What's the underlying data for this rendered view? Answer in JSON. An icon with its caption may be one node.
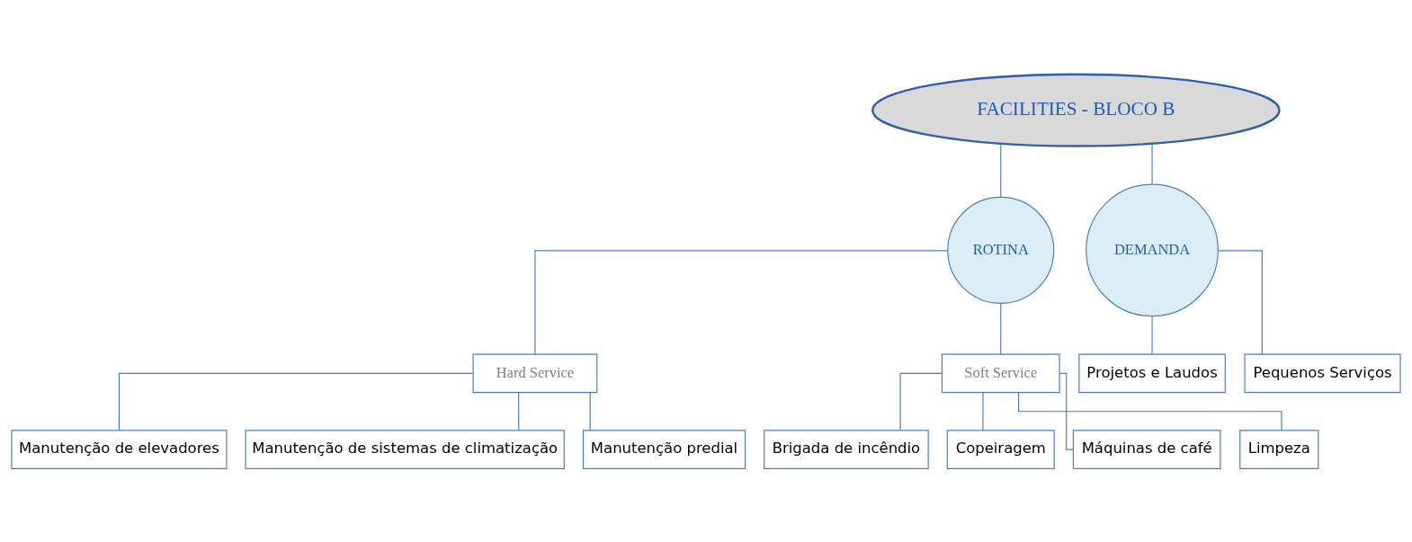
{
  "diagram": {
    "nodes": [
      {
        "text": [
          "FACILITIES - BLOCO B"
        ]
      },
      {
        "text": [
          "ROTINA"
        ]
      },
      {
        "text": [
          "DEMANDA"
        ]
      },
      {
        "text": [
          "Hard Service"
        ]
      },
      {
        "text": [
          "Soft Service"
        ]
      },
      {
        "text": [
          "Manutenção de elevadores"
        ]
      },
      {
        "text": [
          "Manutenção de sistemas de climatização"
        ]
      },
      {
        "text": [
          "Manutenção predial"
        ]
      },
      {
        "text": [
          "Brigada de incêndio"
        ]
      },
      {
        "text": [
          "Copeiragem"
        ]
      },
      {
        "text": [
          "Máquinas de café"
        ]
      },
      {
        "text": [
          "Limpeza"
        ]
      },
      {
        "text": [
          "Projetos e Laudos"
        ]
      },
      {
        "text": [
          "Pequenos Serviços"
        ]
      }
    ],
    "edges": [
      {
        "from": 0,
        "to": 1,
        "arrow": "none"
      },
      {
        "from": 0,
        "to": 2,
        "arrow": "none"
      },
      {
        "from": 1,
        "to": 3,
        "arrow": "none"
      },
      {
        "from": 1,
        "to": 4,
        "arrow": "none"
      },
      {
        "from": 3,
        "to": 5,
        "arrow": "none"
      },
      {
        "from": 3,
        "to": 6,
        "arrow": "none"
      },
      {
        "from": 3,
        "to": 7,
        "arrow": "none"
      },
      {
        "from": 4,
        "to": 8,
        "arrow": "none"
      },
      {
        "from": 4,
        "to": 9,
        "arrow": "none"
      },
      {
        "from": 4,
        "to": 10,
        "arrow": "none"
      },
      {
        "from": 4,
        "to": 11,
        "arrow": "none"
      },
      {
        "from": 2,
        "to": 12,
        "arrow": "none"
      },
      {
        "from": 2,
        "to": 13,
        "arrow": "none"
      }
    ]
  }
}
